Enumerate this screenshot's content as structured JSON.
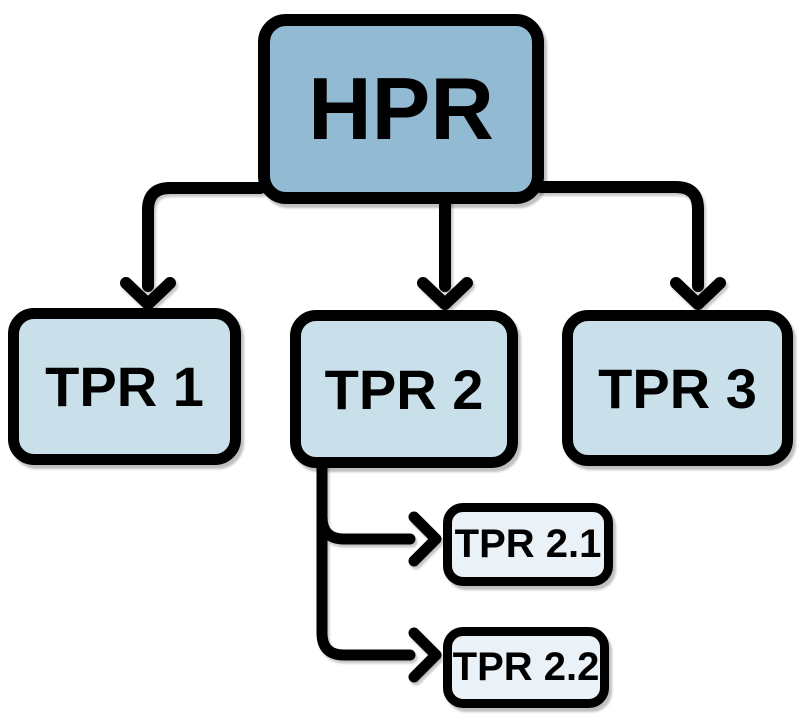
{
  "diagram": {
    "type": "hierarchy",
    "root": {
      "label": "HPR"
    },
    "children": [
      {
        "label": "TPR 1",
        "children": []
      },
      {
        "label": "TPR 2",
        "children": [
          {
            "label": "TPR 2.1"
          },
          {
            "label": "TPR 2.2"
          }
        ]
      },
      {
        "label": "TPR 3",
        "children": []
      }
    ],
    "colors": {
      "root_fill": "#92bad2",
      "child_fill": "#c9dfea",
      "grandchild_fill": "#eaf2f7",
      "stroke": "#000000"
    }
  }
}
